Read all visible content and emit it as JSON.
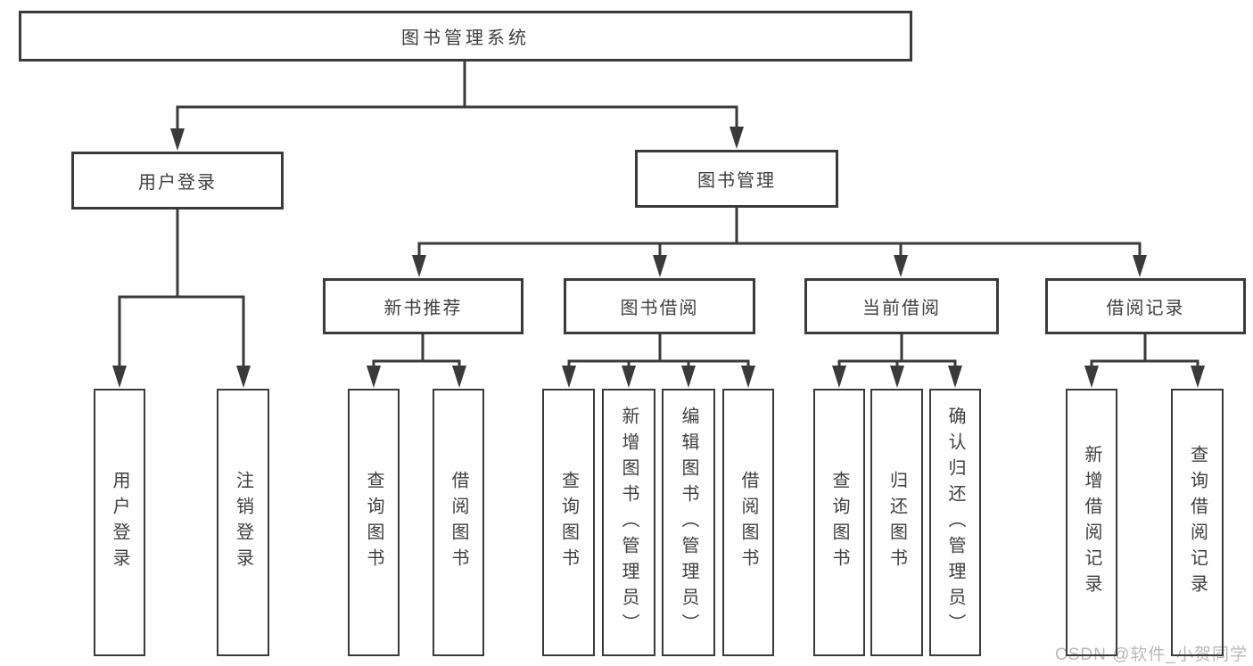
{
  "diagram": {
    "title": "图书管理系统",
    "root": {
      "label": "图书管理系统"
    },
    "branches": [
      {
        "label": "用户登录",
        "children": [
          {
            "label": "用户登录"
          },
          {
            "label": "注销登录"
          }
        ]
      },
      {
        "label": "图书管理",
        "children": [
          {
            "label": "新书推荐",
            "children": [
              {
                "label": "查询图书"
              },
              {
                "label": "借阅图书"
              }
            ]
          },
          {
            "label": "图书借阅",
            "children": [
              {
                "label": "查询图书"
              },
              {
                "label": "新增图书（管理员）"
              },
              {
                "label": "编辑图书（管理员）"
              },
              {
                "label": "借阅图书"
              }
            ]
          },
          {
            "label": "当前借阅",
            "children": [
              {
                "label": "查询图书"
              },
              {
                "label": "归还图书"
              },
              {
                "label": "确认归还（管理员）"
              }
            ]
          },
          {
            "label": "借阅记录",
            "children": [
              {
                "label": "新增借阅记录"
              },
              {
                "label": "查询借阅记录"
              }
            ]
          }
        ]
      }
    ]
  },
  "watermark": {
    "text": "CSDN @软件_小贺同学"
  },
  "colors": {
    "line": "#3a3a3a",
    "text": "#3f3f3f",
    "box_fill": "#ffffff",
    "watermark": "#b9b9b9"
  }
}
